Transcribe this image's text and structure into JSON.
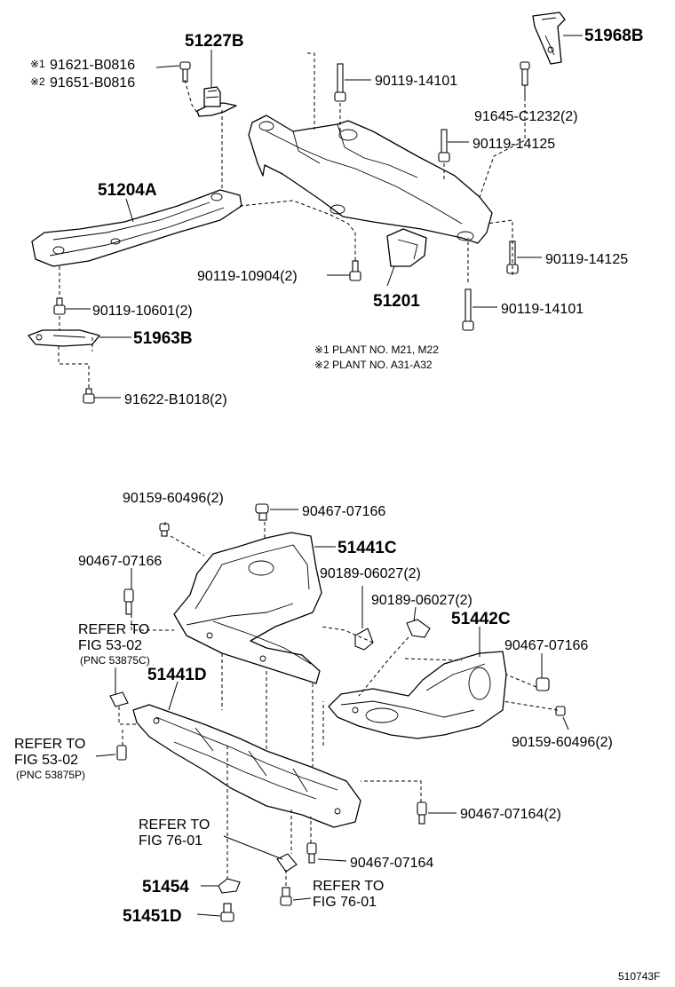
{
  "labels": {
    "p51227B": "51227B",
    "p91621": "91621-B0816",
    "p91651": "91651-B0816",
    "m1": "※1",
    "m2": "※2",
    "p51968B": "51968B",
    "p90119_14101a": "90119-14101",
    "p91645": "91645-C1232(2)",
    "p90119_14125a": "90119-14125",
    "p51204A": "51204A",
    "p90119_14125b": "90119-14125",
    "p90119_10904": "90119-10904(2)",
    "p51201": "51201",
    "p90119_14101b": "90119-14101",
    "p90119_10601": "90119-10601(2)",
    "p51963B": "51963B",
    "note1": "※1 PLANT NO. M21, M22",
    "note2": "※2 PLANT NO. A31-A32",
    "p91622": "91622-B1018(2)",
    "p90159a": "90159-60496(2)",
    "p90467_07166a": "90467-07166",
    "p51441C": "51441C",
    "p90467_07166b": "90467-07166",
    "p90189a": "90189-06027(2)",
    "p90189b": "90189-06027(2)",
    "refer1a": "REFER TO",
    "refer1b": "FIG 53-02",
    "refer1c": "(PNC 53875C)",
    "p51442C": "51442C",
    "p51441D": "51441D",
    "p90467_07166c": "90467-07166",
    "refer2a": "REFER TO",
    "refer2b": "FIG 53-02",
    "refer2c": "(PNC 53875P)",
    "p90159b": "90159-60496(2)",
    "p90467_07164a": "90467-07164(2)",
    "refer3a": "REFER TO",
    "refer3b": "FIG 76-01",
    "p90467_07164b": "90467-07164",
    "p51454": "51454",
    "refer4a": "REFER TO",
    "refer4b": "FIG 76-01",
    "p51451D": "51451D",
    "figure_id": "510743F"
  }
}
